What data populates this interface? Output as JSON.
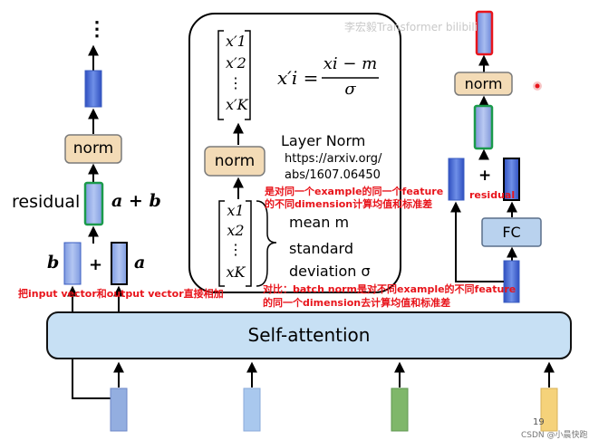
{
  "header": {
    "watermark": "李宏毅Transformer bilibili"
  },
  "left_column": {
    "dots": "⋮",
    "norm_label": "norm",
    "residual_label": "residual",
    "sum_label": "a + b",
    "b_label": "b",
    "plus_label": "+",
    "a_label": "a",
    "annotation": "把input vector和output vector直接相加"
  },
  "layer_norm_panel": {
    "output_vector": [
      "x′1",
      "x′2",
      "⋮",
      "x′K"
    ],
    "formula_lhs": "x′i =",
    "formula_numerator": "xi − m",
    "formula_denominator": "σ",
    "norm_label": "norm",
    "title": "Layer Norm",
    "link_line1": "https://arxiv.org/",
    "link_line2": "abs/1607.06450",
    "input_vector": [
      "x1",
      "x2",
      "⋮",
      "xK"
    ],
    "mean_label": "mean m",
    "std_line1": "standard",
    "std_line2": "deviation σ"
  },
  "annotations": {
    "layer_norm_line1": "是对同一个example的同一个feature",
    "layer_norm_line2": "的不同dimension计算均值和标准差",
    "batch_norm_line1": "对比：batch norm是对不同example的不同feature",
    "batch_norm_line2": "的同一个dimension去计算均值和标准差"
  },
  "right_column": {
    "norm_label": "norm",
    "plus_label": "+",
    "residual_label": "residual",
    "fc_label": "FC"
  },
  "self_attention": {
    "label": "Self-attention"
  },
  "footer": {
    "page_number": "19",
    "credit": "CSDN @小晨快跑"
  },
  "colors": {
    "blue_vector": "#4a6fd6",
    "green_vector": "#1a9a4a",
    "red_vector": "#e8141b",
    "norm_fill": "#f3dbb6",
    "attention_fill": "#c7e0f4",
    "fc_fill": "#b9d2ee",
    "input_blue": "#93aee0",
    "input_lightblue": "#a9c8ee",
    "input_green": "#7fb76a",
    "input_yellow": "#f5d27a"
  }
}
